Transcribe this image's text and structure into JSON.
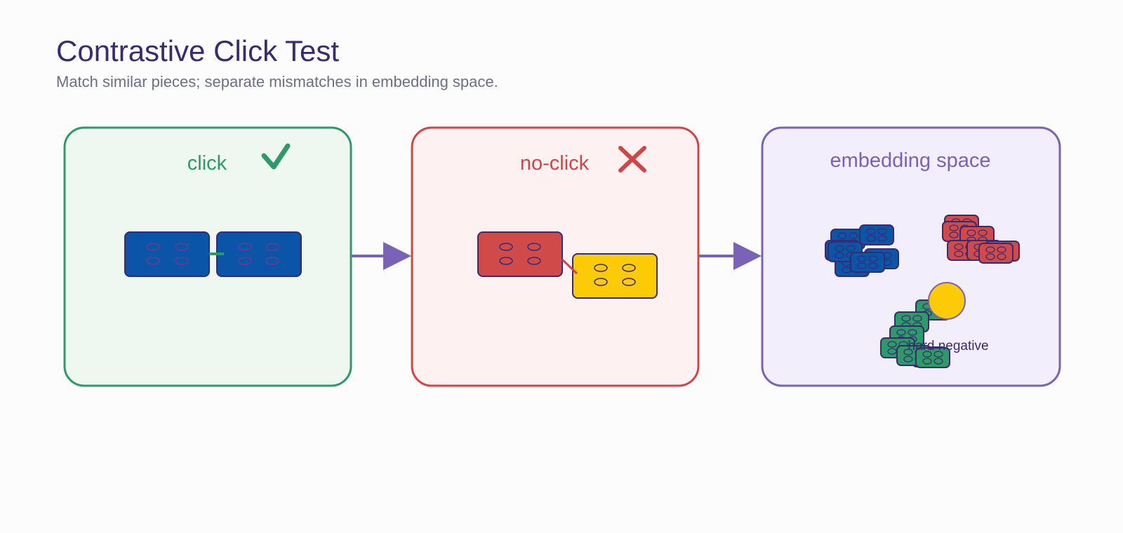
{
  "header": {
    "title": "Contrastive Click Test",
    "subtitle": "Match similar pieces; separate mismatches in embedding space."
  },
  "panels": {
    "click": {
      "label": "click",
      "icon": "check-icon",
      "color": "#2e9a6a",
      "bg": "#eef8f1"
    },
    "no_click": {
      "label": "no-click",
      "icon": "cross-icon",
      "color": "#d04646",
      "bg": "#fdf1f2"
    },
    "embedding": {
      "label": "embedding space",
      "color": "#7a62b6",
      "bg": "#f2eefb",
      "annotation": "hard negative"
    }
  },
  "colors": {
    "blue_piece": "#0b55a9",
    "red_piece": "#d04a4a",
    "yellow_piece": "#fccb05",
    "green_piece": "#2e9a6a",
    "outline": "#3a2a6e",
    "arrow": "#7a62b6"
  }
}
